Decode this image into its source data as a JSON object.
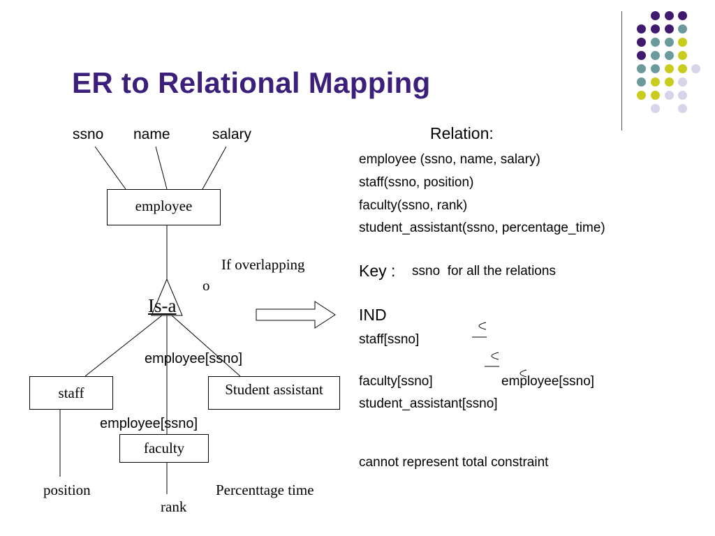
{
  "slide": {
    "title": "ER to Relational Mapping"
  },
  "er": {
    "attr_ssno": "ssno",
    "attr_name": "name",
    "attr_salary": "salary",
    "entity_employee": "employee",
    "isa_label": "Is-a",
    "overlap_note": "If overlapping",
    "overlap_symbol": "o",
    "entity_staff": "staff",
    "entity_faculty": "faculty",
    "entity_student_assistant": "Student assistant",
    "ref_upper": "employee[ssno]",
    "ref_lower": "employee[ssno]",
    "attr_position": "position",
    "attr_rank": "rank",
    "attr_percentage": "Percenttage time"
  },
  "relations": {
    "heading": "Relation:",
    "items": [
      "employee (ssno, name, salary)",
      "staff(ssno, position)",
      "faculty(ssno, rank)",
      "student_assistant(ssno, percentage_time)"
    ],
    "key_label": "Key :",
    "key_text": "ssno  for all the relations",
    "ind_heading": "IND",
    "ind_staff": "staff[ssno]",
    "ind_faculty": "faculty[ssno]",
    "ind_employee": "employee[ssno]",
    "ind_student": "student_assistant[ssno]",
    "note": "cannot represent total constraint"
  },
  "colors": {
    "title": "#3b1f7a",
    "dot_purple": "#3f1a6e",
    "dot_teal": "#6b9a9c",
    "dot_yellow": "#c9cc1d",
    "dot_lavender": "#d5d4e8"
  }
}
